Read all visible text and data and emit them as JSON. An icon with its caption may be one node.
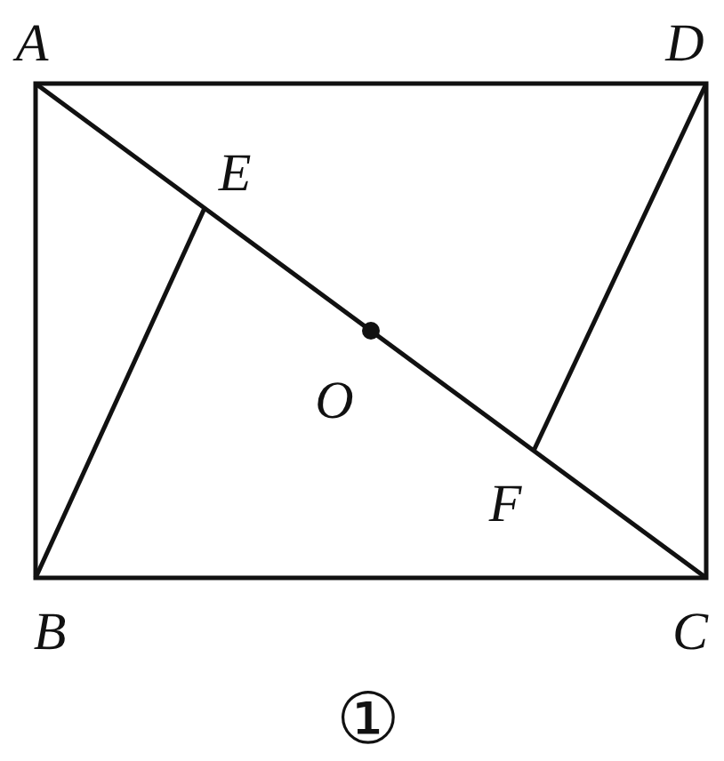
{
  "diagram": {
    "caption": "①",
    "labels": [
      "A",
      "D",
      "E",
      "O",
      "F",
      "B",
      "C"
    ]
  }
}
